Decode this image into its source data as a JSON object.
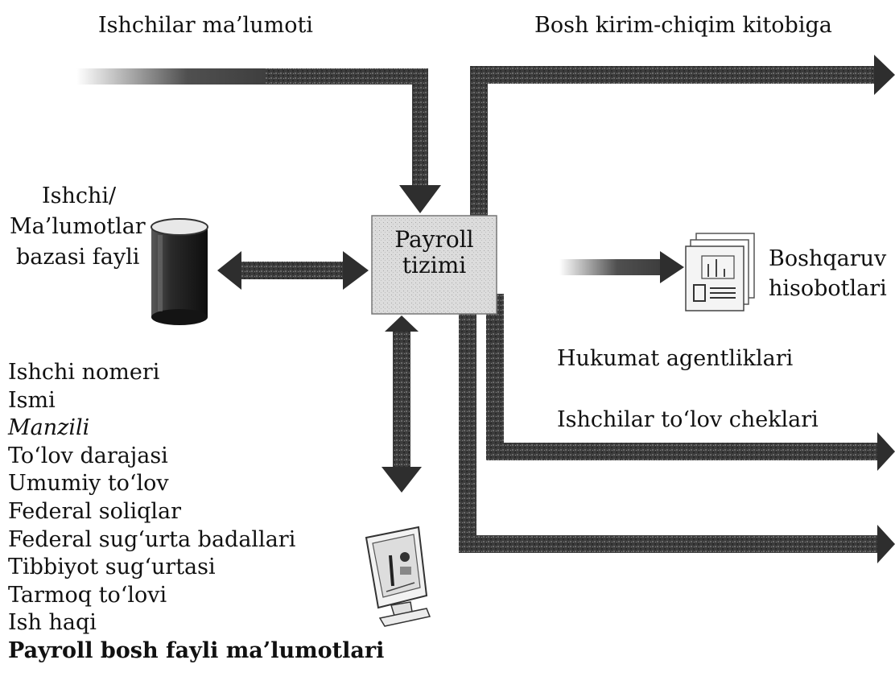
{
  "labels": {
    "employee_info": "Ishchilar ma’lumoti",
    "general_ledger": "Bosh kirim-chiqim kitobiga",
    "database_line1": "Ishchi/",
    "database_line2": "Ma’lumotlar",
    "database_line3": "bazasi fayli",
    "payroll_line1": "Payroll",
    "payroll_line2": "tizimi",
    "reports_line1": "Boshqaruv",
    "reports_line2": "hisobotlari",
    "gov_agencies": "Hukumat agentliklari",
    "paychecks": "Ishchilar to‘lov cheklari"
  },
  "fields": [
    "Ishchi nomeri",
    "Ismi",
    "Manzili",
    "To‘lov darajasi",
    "Umumiy to‘lov",
    "Federal soliqlar",
    "Federal sug‘urta badallari",
    "Tibbiyot sug‘urtasi",
    "Tarmoq to‘lovi",
    "Ish haqi"
  ],
  "fields_title": "Payroll bosh fayli ma’lumotlari",
  "colors": {
    "arrow": "#3a3a3a",
    "box": "#d9d9d9",
    "cylinder": "#1c1c1c"
  }
}
